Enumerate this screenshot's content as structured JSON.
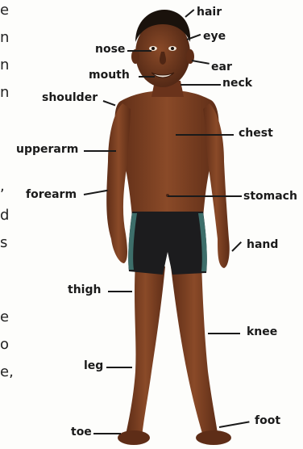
{
  "margin_text": [
    "e",
    "n",
    "n",
    "n",
    ",",
    "d",
    "s",
    "e",
    "o",
    "e,"
  ],
  "labels": {
    "hair": "hair",
    "eye": "eye",
    "nose": "nose",
    "ear": "ear",
    "mouth": "mouth",
    "neck": "neck",
    "shoulder": "shoulder",
    "chest": "chest",
    "upperarm": "upperarm",
    "forearm": "forearm",
    "stomach": "stomach",
    "hand": "hand",
    "thigh": "thigh",
    "knee": "knee",
    "leg": "leg",
    "toe": "toe",
    "foot": "foot"
  },
  "colors": {
    "skin": "#7a3f22",
    "skin_dark": "#5a2c16",
    "hair": "#1a120c",
    "shorts": "#1c1c1e",
    "shorts_stripe": "#3d6e6a",
    "label_ink": "#1a1a1a"
  }
}
